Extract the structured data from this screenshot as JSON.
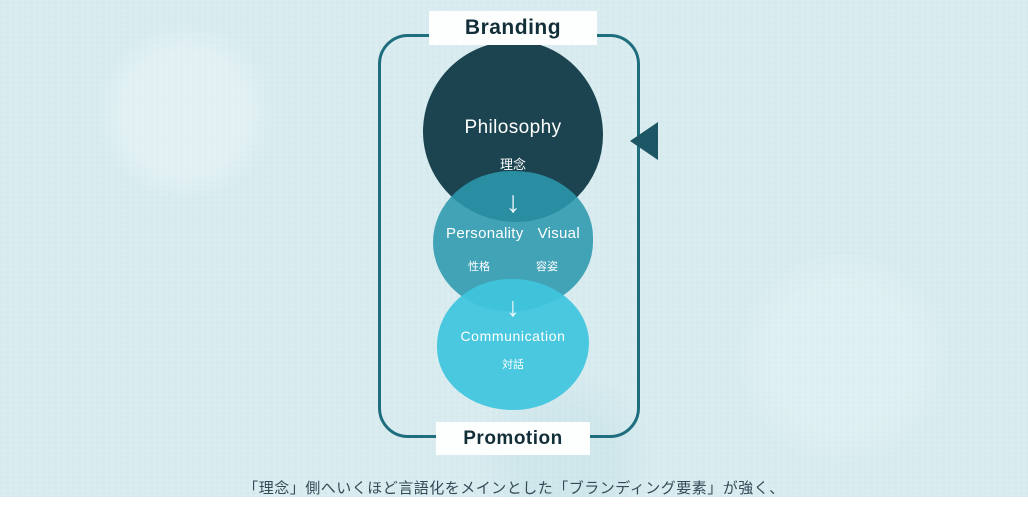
{
  "frame": {
    "top_label": "Branding",
    "bottom_label": "Promotion"
  },
  "circles": [
    {
      "name": "philosophy",
      "title": "Philosophy",
      "subtitle": "理念"
    },
    {
      "name": "personality-visual",
      "title_left": "Personality",
      "title_right": "Visual",
      "subtitle_left": "性格",
      "subtitle_right": "容姿"
    },
    {
      "name": "communication",
      "title": "Communication",
      "subtitle": "対話"
    }
  ],
  "icons": {
    "down_arrow": "↓",
    "left_arrowhead": "left-pointing filled triangle"
  },
  "caption": "「理念」側へいくほど言語化をメインとした「ブランディング要素」が強く、",
  "colors": {
    "background": "#d9ecf0",
    "frame_border": "#1f6e7d",
    "circle_philosophy": "#1b4450",
    "circle_personality_visual": "#2c98ae",
    "circle_communication": "#3ec5de",
    "label_background": "#fdfefe",
    "label_text": "#122f39",
    "caption_text": "#334b57",
    "arrowhead": "#1d5765",
    "circle_text": "#ffffff"
  }
}
